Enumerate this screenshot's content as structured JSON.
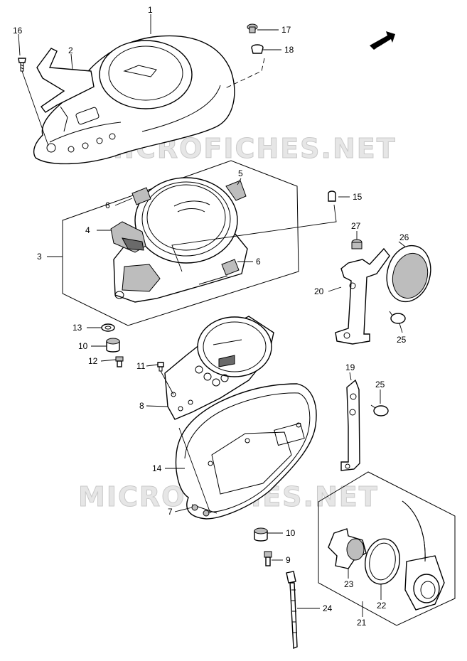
{
  "watermark": "MICROFICHES.NET",
  "fwd_label": "FWD",
  "callouts": [
    {
      "id": "1",
      "label": "1"
    },
    {
      "id": "2",
      "label": "2"
    },
    {
      "id": "3",
      "label": "3"
    },
    {
      "id": "4",
      "label": "4"
    },
    {
      "id": "5",
      "label": "5"
    },
    {
      "id": "6a",
      "label": "6"
    },
    {
      "id": "6b",
      "label": "6"
    },
    {
      "id": "7",
      "label": "7"
    },
    {
      "id": "8",
      "label": "8"
    },
    {
      "id": "9",
      "label": "9"
    },
    {
      "id": "10a",
      "label": "10"
    },
    {
      "id": "10b",
      "label": "10"
    },
    {
      "id": "11",
      "label": "11"
    },
    {
      "id": "12",
      "label": "12"
    },
    {
      "id": "13",
      "label": "13"
    },
    {
      "id": "14",
      "label": "14"
    },
    {
      "id": "15",
      "label": "15"
    },
    {
      "id": "16",
      "label": "16"
    },
    {
      "id": "17",
      "label": "17"
    },
    {
      "id": "18",
      "label": "18"
    },
    {
      "id": "19",
      "label": "19"
    },
    {
      "id": "20",
      "label": "20"
    },
    {
      "id": "21",
      "label": "21"
    },
    {
      "id": "22",
      "label": "22"
    },
    {
      "id": "23",
      "label": "23"
    },
    {
      "id": "24",
      "label": "24"
    },
    {
      "id": "25a",
      "label": "25"
    },
    {
      "id": "25b",
      "label": "25"
    },
    {
      "id": "26",
      "label": "26"
    },
    {
      "id": "27",
      "label": "27"
    }
  ]
}
